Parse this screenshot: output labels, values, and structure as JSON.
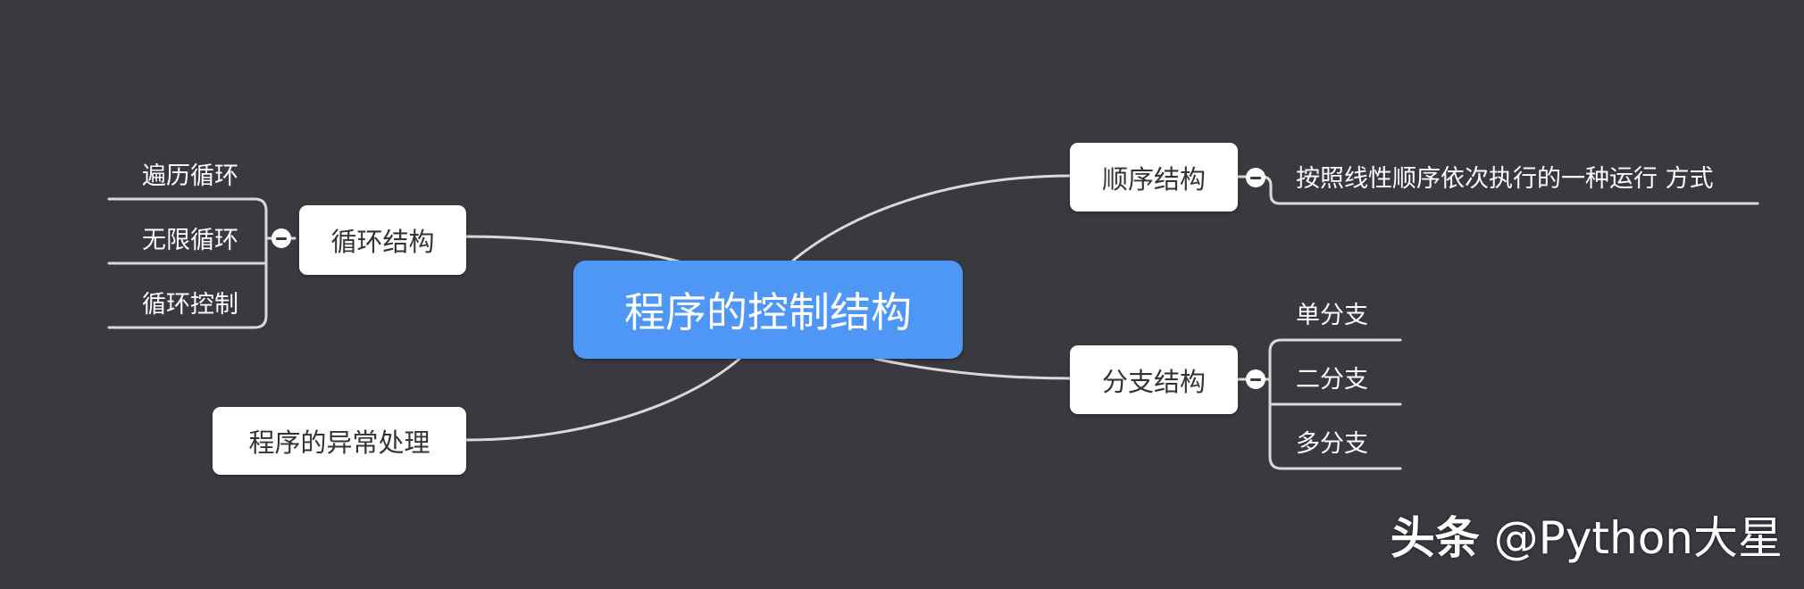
{
  "colors": {
    "background": "#383a40",
    "root_fill": "#4f97f7",
    "node_fill": "#ffffff",
    "connector": "#d9d9d9"
  },
  "root": {
    "label": "程序的控制结构"
  },
  "branches": {
    "loop": {
      "label": "循环结构",
      "children": [
        "遍历循环",
        "无限循环",
        "循环控制"
      ]
    },
    "exception": {
      "label": "程序的异常处理"
    },
    "sequence": {
      "label": "顺序结构",
      "children": [
        "按照线性顺序依次执行的一种运行 方式"
      ]
    },
    "branch": {
      "label": "分支结构",
      "children": [
        "单分支",
        "二分支",
        "多分支"
      ]
    }
  },
  "watermark": {
    "source": "头条",
    "handle": "@Python大星"
  },
  "icons": {
    "collapse": "minus-circle-icon"
  }
}
